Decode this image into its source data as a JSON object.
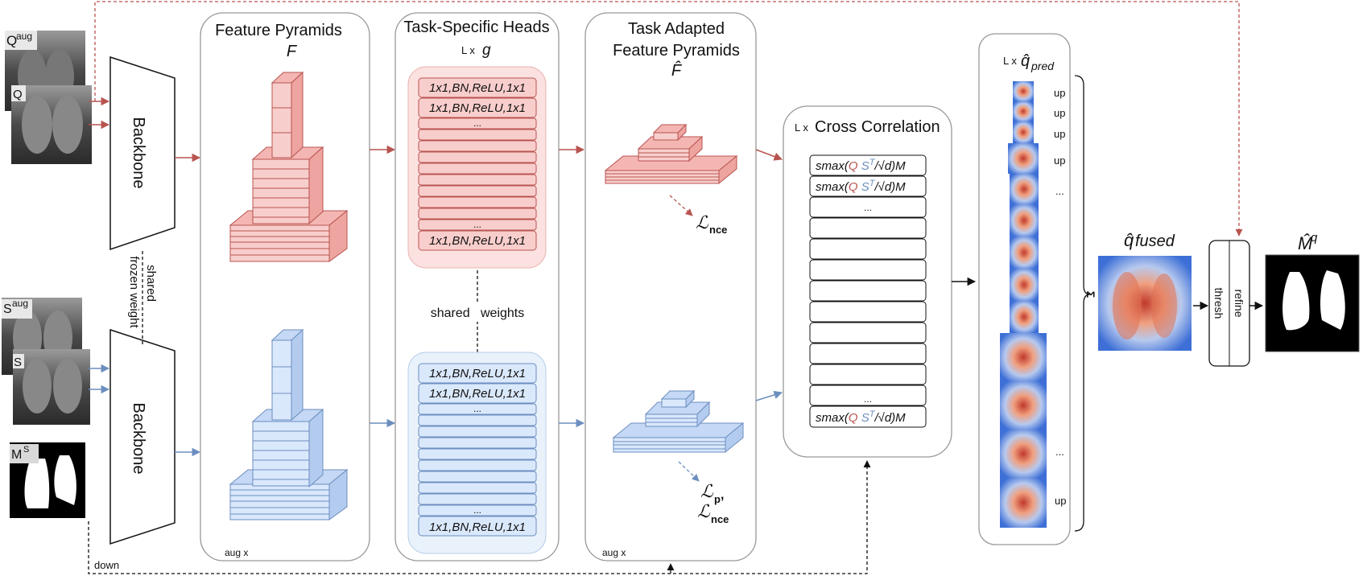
{
  "inputs": {
    "q_aug": {
      "letter": "Q",
      "sup": "aug"
    },
    "q": {
      "letter": "Q"
    },
    "s_aug": {
      "letter": "S",
      "sup": "aug"
    },
    "s": {
      "letter": "S"
    },
    "m_s": {
      "letter": "M",
      "sup": "S"
    }
  },
  "backbone": {
    "label": "Backbone",
    "shared_note_line1": "shared",
    "shared_note_line2": "frozen weight"
  },
  "feature_pyramids": {
    "title": "Feature Pyramids",
    "symbol": "F",
    "footer": "aug x"
  },
  "task_heads": {
    "title": "Task-Specific Heads",
    "prefix": "L x",
    "symbol": "g",
    "row_label": "1x1,BN,ReLU,1x1",
    "ellipsis": "...",
    "shared_weights": "shared   weights"
  },
  "task_adapted": {
    "title_line1": "Task Adapted",
    "title_line2": "Feature Pyramids",
    "symbol": "F̂",
    "footer": "aug x",
    "loss_top": {
      "script": "ℒ",
      "sub": "nce"
    },
    "loss_bottom_1": {
      "script": "ℒ",
      "sub": "p",
      "tail": ","
    },
    "loss_bottom_2": {
      "script": "ℒ",
      "sub": "nce"
    }
  },
  "cross_correlation": {
    "prefix": "L x",
    "title": "Cross Correlation",
    "formula": {
      "pre": "smax(",
      "q": "Q",
      "s": "S",
      "t": "T",
      "post": "/√d)M"
    },
    "ellipsis": "..."
  },
  "predictions": {
    "prefix": "L x",
    "symbol": "q̂",
    "sub": "pred",
    "labels": [
      "up",
      "up",
      "up",
      "up",
      "...",
      "...",
      "up"
    ],
    "sum": "Σ"
  },
  "fused": {
    "symbol": "q̂",
    "sub": "fused"
  },
  "refine_box": {
    "left": "thresh",
    "right": "refine"
  },
  "output": {
    "symbol": "M̂",
    "sup": "q"
  },
  "down_label": "down",
  "colors": {
    "red": "#b85450",
    "red_fill": "#f8cecc",
    "red_panel": "#fbe1e0",
    "blue": "#6c8ebf",
    "blue_fill": "#dae8fc",
    "blue_panel": "#e9f1fb",
    "gray": "#888888"
  }
}
